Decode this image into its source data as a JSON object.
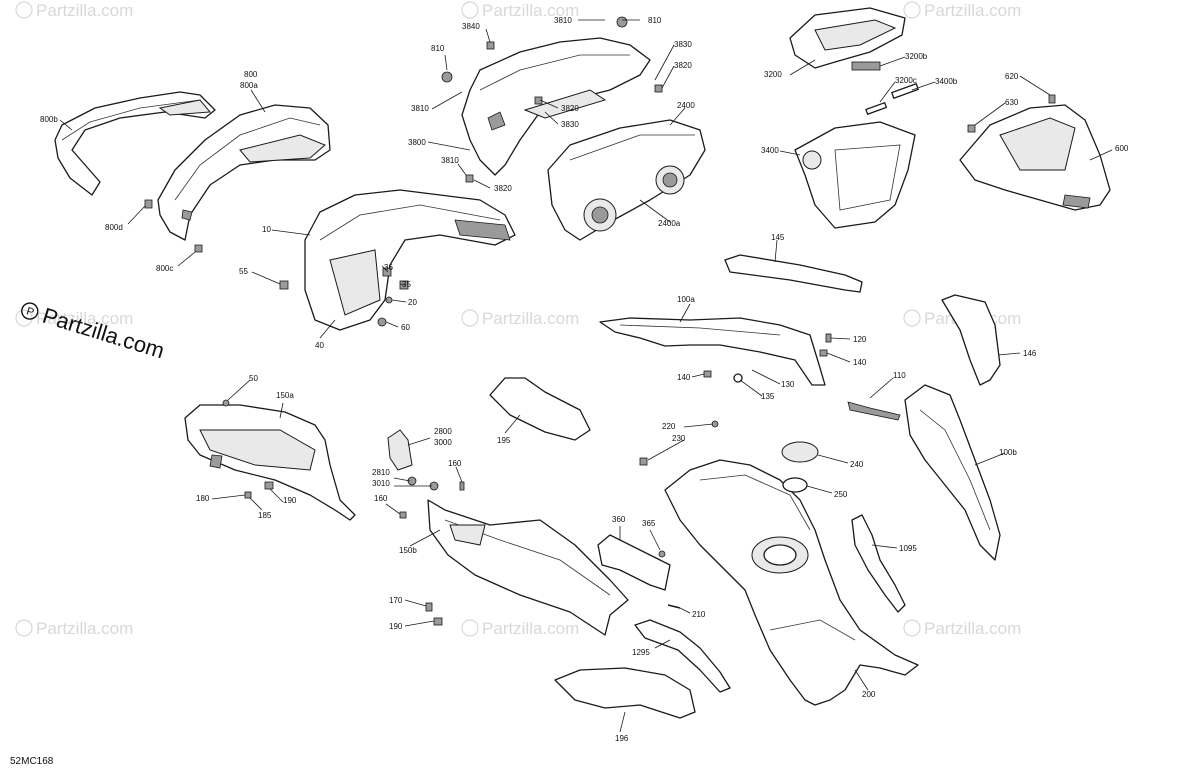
{
  "watermark_text": "Partzilla.com",
  "brand_text": "Partzilla.com",
  "diagram_code": "52MC168",
  "callouts": {
    "c800": "800",
    "c800a": "800a",
    "c800b": "800b",
    "c800d": "800d",
    "c800c": "800c",
    "c3840": "3840",
    "c3810a": "3810",
    "c810a": "810",
    "c810b": "810",
    "c3830a": "3830",
    "c3820a": "3820",
    "c3810b": "3810",
    "c3820b": "3820",
    "c3830b": "3830",
    "c3800": "3800",
    "c3810c": "3810",
    "c3820c": "3820",
    "c2400": "2400",
    "c2400a": "2400a",
    "c3200": "3200",
    "c3200b": "3200b",
    "c3200c": "3200c",
    "c3400b": "3400b",
    "c3400": "3400",
    "c620": "620",
    "c630": "630",
    "c600": "600",
    "c10": "10",
    "c55": "55",
    "c36": "36",
    "c35": "35",
    "c20": "20",
    "c60": "60",
    "c40": "40",
    "c145": "145",
    "c100a": "100a",
    "c120": "120",
    "c140a": "140",
    "c140b": "140",
    "c130": "130",
    "c135": "135",
    "c146": "146",
    "c110": "110",
    "c100b": "100b",
    "c50": "50",
    "c150a": "150a",
    "c180": "180",
    "c185": "185",
    "c190a": "190",
    "c195": "195",
    "c2800": "2800",
    "c3000": "3000",
    "c2810": "2810",
    "c3010": "3010",
    "c160a": "160",
    "c160b": "160",
    "c150b": "150b",
    "c170": "170",
    "c190b": "190",
    "c220": "220",
    "c230": "230",
    "c240": "240",
    "c250": "250",
    "c360": "360",
    "c365": "365",
    "c210": "210",
    "c1095": "1095",
    "c1295": "1295",
    "c196": "196",
    "c200": "200"
  }
}
